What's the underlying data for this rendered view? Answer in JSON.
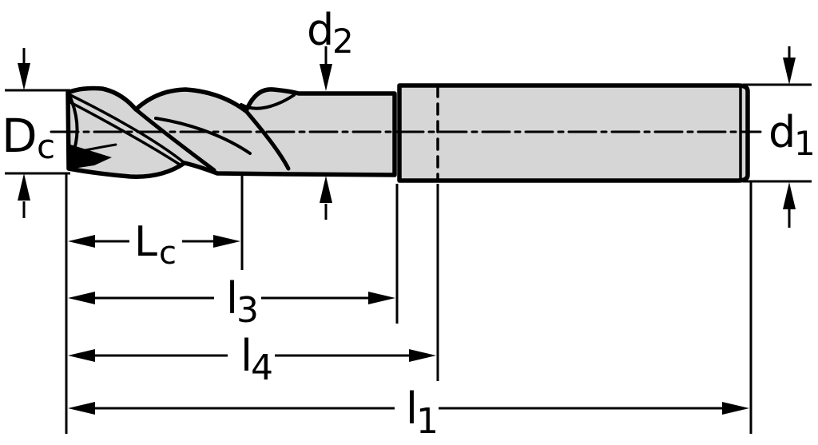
{
  "drawing": {
    "title": "End mill side-view dimension drawing",
    "colors": {
      "background": "#ffffff",
      "body_fill": "#d6d6d6",
      "line": "#000000"
    },
    "labels": {
      "Dc": {
        "main": "D",
        "sub": "c"
      },
      "d2": {
        "main": "d",
        "sub": "2"
      },
      "d1": {
        "main": "d",
        "sub": "1"
      },
      "Lc": {
        "main": "L",
        "sub": "c"
      },
      "l3": {
        "main": "l",
        "sub": "3"
      },
      "l4": {
        "main": "l",
        "sub": "4"
      },
      "l1": {
        "main": "l",
        "sub": "1"
      }
    }
  }
}
